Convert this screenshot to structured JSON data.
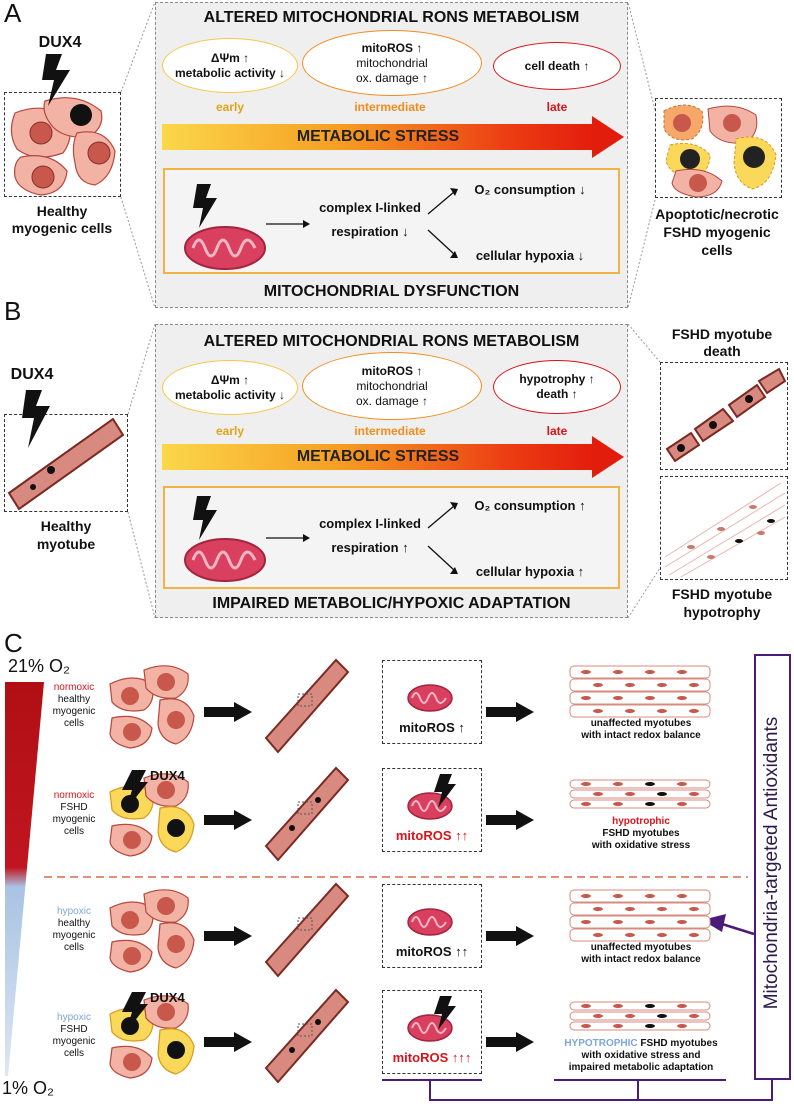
{
  "panelA": {
    "letter": "A",
    "title": "ALTERED MITOCHONDRIAL RONS METABOLISM",
    "dux4": "DUX4",
    "healthy_label_1": "Healthy",
    "healthy_label_2": "myogenic cells",
    "ellipse1_l1": "ΔΨm ↑",
    "ellipse1_l2": "metabolic activity ↓",
    "ellipse2_l1": "mitoROS ↑",
    "ellipse2_l2": "mitochondrial",
    "ellipse2_l3": "ox. damage ↑",
    "ellipse3_l1": "cell death ↑",
    "stage_early": "early",
    "stage_intermediate": "intermediate",
    "stage_late": "late",
    "stress": "METABOLIC STRESS",
    "complex_l1": "complex I-linked",
    "complex_l2": "respiration ↓",
    "o2": "O₂ consumption ↓",
    "hypoxia": "cellular hypoxia ↓",
    "bottom_title": "MITOCHONDRIAL DYSFUNCTION",
    "right_label_1": "Apoptotic/necrotic",
    "right_label_2": "FSHD myogenic",
    "right_label_3": "cells"
  },
  "panelB": {
    "letter": "B",
    "title": "ALTERED MITOCHONDRIAL RONS METABOLISM",
    "dux4": "DUX4",
    "healthy_label_1": "Healthy",
    "healthy_label_2": "myotube",
    "ellipse1_l1": "ΔΨm ↑",
    "ellipse1_l2": "metabolic activity ↓",
    "ellipse2_l1": "mitoROS ↑",
    "ellipse2_l2": "mitochondrial",
    "ellipse2_l3": "ox. damage ↑",
    "ellipse3_l1": "hypotrophy ↑",
    "ellipse3_l2": "death ↑",
    "stage_early": "early",
    "stage_intermediate": "intermediate",
    "stage_late": "late",
    "stress": "METABOLIC STRESS",
    "complex_l1": "complex I-linked",
    "complex_l2": "respiration ↑",
    "o2": "O₂ consumption ↑",
    "hypoxia": "cellular hypoxia ↑",
    "bottom_title": "IMPAIRED METABOLIC/HYPOXIC ADAPTATION",
    "death_label_1": "FSHD myotube",
    "death_label_2": "death",
    "hypo_label_1": "FSHD myotube",
    "hypo_label_2": "hypotrophy"
  },
  "panelC": {
    "letter": "C",
    "o2_top": "21% O₂",
    "o2_bottom": "1% O₂",
    "antioxidants": "Mitochondria-targeted Antioxidants",
    "dux4": "DUX4",
    "rows": [
      {
        "cond": "normoxic",
        "l2": "healthy",
        "l3": "myogenic",
        "l4": "cells",
        "mito": "mitoROS ↑",
        "out1": "unaffected myotubes",
        "out2": "with intact redox balance",
        "out3": ""
      },
      {
        "cond": "normoxic",
        "l2": "FSHD",
        "l3": "myogenic",
        "l4": "cells",
        "mito": "mitoROS ↑↑",
        "out0": "hypotrophic",
        "out1": "FSHD myotubes",
        "out2": "with oxidative stress"
      },
      {
        "cond": "hypoxic",
        "l2": "healthy",
        "l3": "myogenic",
        "l4": "cells",
        "mito": "mitoROS ↑↑",
        "out1": "unaffected myotubes",
        "out2": "with intact redox balance"
      },
      {
        "cond": "hypoxic",
        "l2": "FSHD",
        "l3": "myogenic",
        "l4": "cells",
        "mito": "mitoROS ↑↑↑",
        "out0": "HYPOTROPHIC",
        "out1": " FSHD myotubes",
        "out2": "with oxidative stress and",
        "out3": "impaired metabolic adaptation"
      }
    ]
  },
  "colors": {
    "cell_fill": "#f2b3a5",
    "nucleus": "#c8584c",
    "myotube": "#d98a80",
    "mito": "#d94060",
    "red": "#d7141a",
    "blue_hypoxic": "#7fa6d8",
    "purple": "#4b1b7a",
    "orange_stage": "#f28c1c",
    "yellow_stage": "#e0a41a"
  }
}
